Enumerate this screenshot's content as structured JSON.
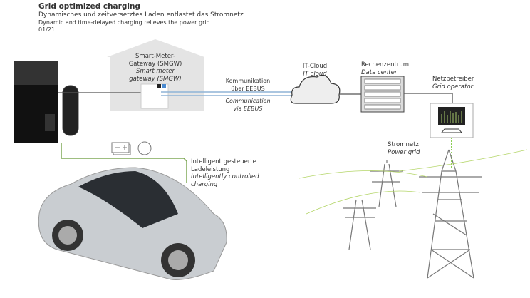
{
  "header": {
    "title": "Grid optimized charging",
    "subtitle_de": "Dynamisches und zeitversetztes Laden entlastet das Stromnetz",
    "subtitle_en": "Dynamic and time-delayed charging relieves the power grid",
    "page": "01/21"
  },
  "smgw": {
    "de1": "Smart-Meter-",
    "de2": "Gateway (SMGW)",
    "en1": "Smart meter",
    "en2": "gateway (SMGW)"
  },
  "communication": {
    "de1": "Kommunikation",
    "de2": "über EEBUS",
    "en1": "Communication",
    "en2": "via EEBUS"
  },
  "cloud": {
    "de": "IT-Cloud",
    "en": "IT cloud"
  },
  "datacenter": {
    "de": "Rechenzentrum",
    "en": "Data center"
  },
  "operator": {
    "de": "Netzbetreiber",
    "en": "Grid operator"
  },
  "grid": {
    "de": "Stromnetz",
    "en": "Power grid"
  },
  "charging": {
    "de1": "Intelligent gesteuerte",
    "de2": "Ladeleistung",
    "en1": "Intelligently controlled",
    "en2": "charging"
  },
  "colors": {
    "green": "#7fa857",
    "comm": "#8fb4d6",
    "line": "#555555"
  }
}
